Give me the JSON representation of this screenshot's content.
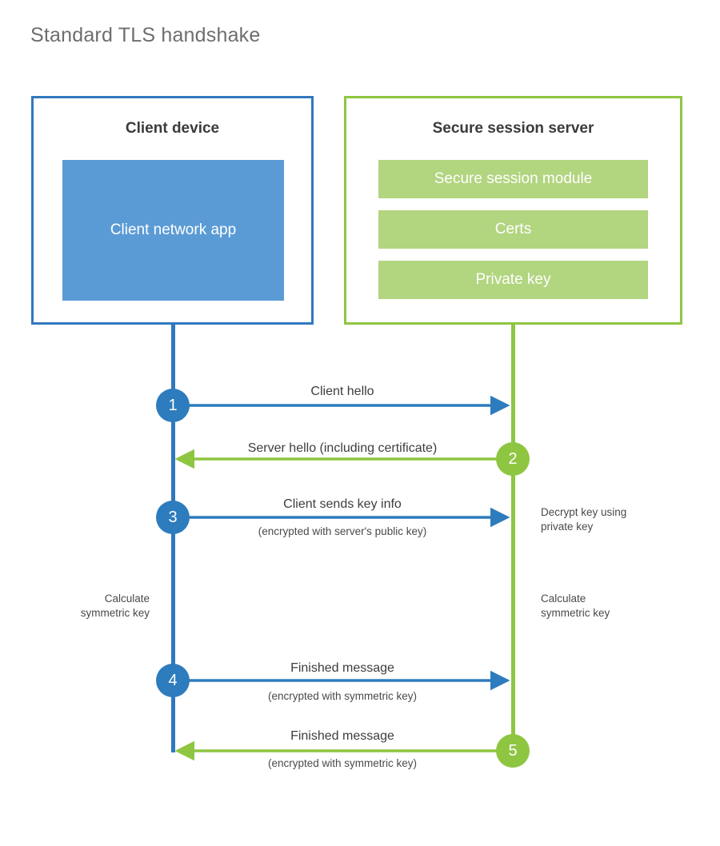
{
  "title": "Standard TLS handshake",
  "colors": {
    "client_border": "#3178be",
    "client_fill": "#5b9bd5",
    "client_circle": "#2d7cbd",
    "server_border": "#8ec641",
    "server_fill": "#b2d57f",
    "server_circle": "#8ec641",
    "title_text": "#6e6e6e",
    "body_text": "#3d3d3d",
    "background": "#ffffff"
  },
  "client_panel": {
    "title": "Client device",
    "blocks": [
      {
        "label": "Client network app"
      }
    ]
  },
  "server_panel": {
    "title": "Secure session server",
    "blocks": [
      {
        "label": "Secure session module"
      },
      {
        "label": "Certs"
      },
      {
        "label": "Private key"
      }
    ]
  },
  "steps": [
    {
      "number": "1",
      "label": "Client hello",
      "sublabel": "",
      "direction": "client-to-server",
      "origin": "client"
    },
    {
      "number": "2",
      "label": "Server hello (including certificate)",
      "sublabel": "",
      "direction": "server-to-client",
      "origin": "server"
    },
    {
      "number": "3",
      "label": "Client sends key info",
      "sublabel": "(encrypted with server's public key)",
      "direction": "client-to-server",
      "origin": "client"
    },
    {
      "number": "4",
      "label": "Finished message",
      "sublabel": "(encrypted with symmetric key)",
      "direction": "client-to-server",
      "origin": "client"
    },
    {
      "number": "5",
      "label": "Finished message",
      "sublabel": "(encrypted with symmetric key)",
      "direction": "server-to-client",
      "origin": "server"
    }
  ],
  "notes": [
    {
      "id": "decrypt-key",
      "text": "Decrypt key using\nprivate key",
      "side": "server"
    },
    {
      "id": "client-calc-key",
      "text": "Calculate\nsymmetric key",
      "side": "client"
    },
    {
      "id": "server-calc-key",
      "text": "Calculate\nsymmetric key",
      "side": "server"
    }
  ]
}
